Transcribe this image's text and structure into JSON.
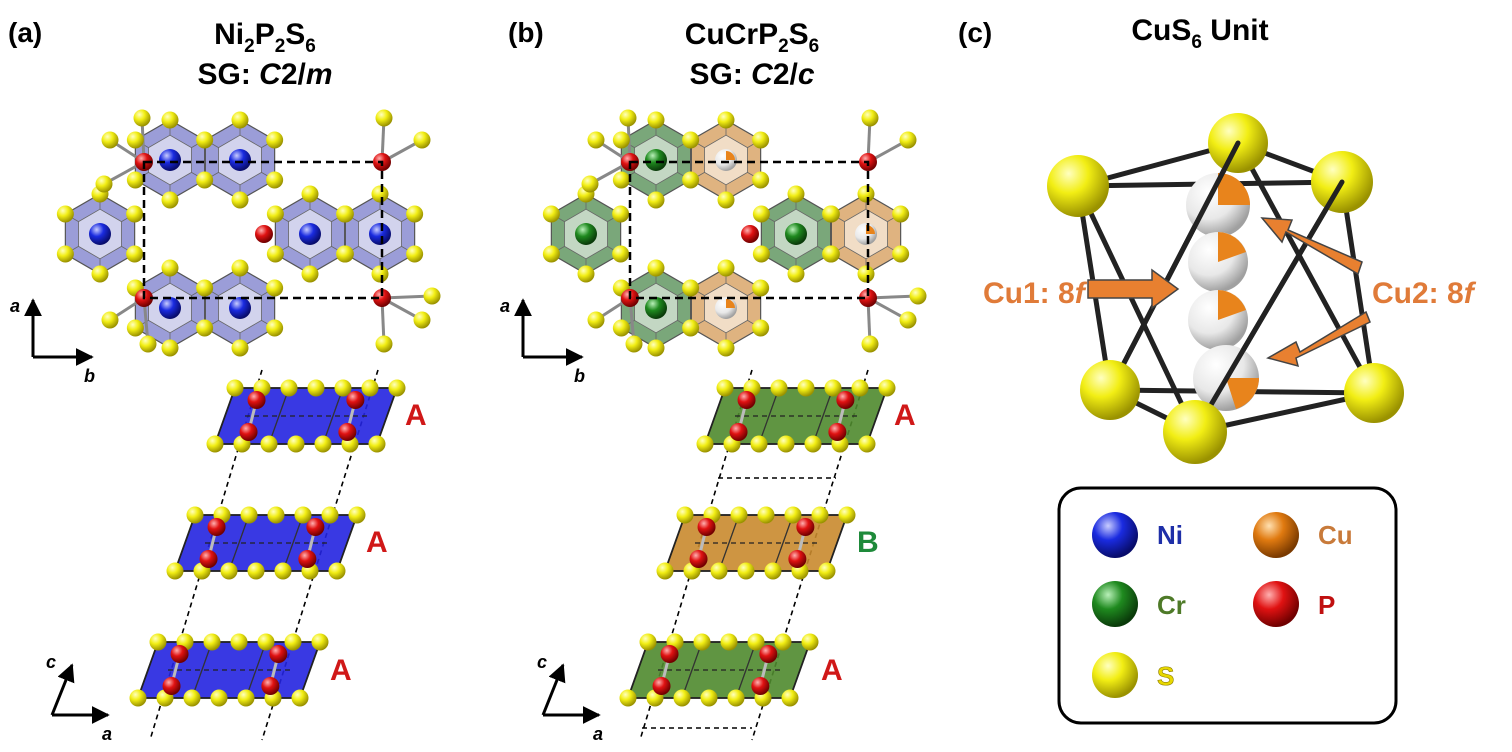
{
  "panels": [
    {
      "letter": "(a)",
      "formula": {
        "main": "Ni",
        "s1": "2",
        "b": "P",
        "s2": "2",
        "c": "S",
        "s3": "6"
      },
      "sg_prefix": "SG: ",
      "sg_value": "C2/m",
      "sg_italic_1": "C",
      "sg_mid": "2/",
      "sg_italic_2": "m"
    },
    {
      "letter": "(b)",
      "formula": {
        "main": "CuCrP",
        "s1": "2",
        "b": "S",
        "s2": "6"
      },
      "sg_prefix": "SG: ",
      "sg_italic_1": "C",
      "sg_mid": "2/",
      "sg_italic_2": "c"
    },
    {
      "letter": "(c)",
      "title_main": "CuS",
      "title_sub": "6",
      "title_rest": " Unit"
    }
  ],
  "stacks": {
    "a": [
      "A",
      "A",
      "A"
    ],
    "b": [
      "A",
      "B",
      "A"
    ]
  },
  "axes": {
    "top": {
      "vertical": "a",
      "horizontal": "b"
    },
    "bottom": {
      "vertical": "c",
      "horizontal": "a"
    }
  },
  "callouts": {
    "cu1": {
      "name": "Cu1: 8",
      "site": "f"
    },
    "cu2": {
      "name": "Cu2: 8",
      "site": "f"
    }
  },
  "legend": [
    {
      "symbol": "Ni",
      "label": "Ni",
      "color": "#1A2BE0",
      "text_color": "#1E2FA8"
    },
    {
      "symbol": "Cu",
      "label": "Cu",
      "color": "#E07A10",
      "text_color": "#C87A3A"
    },
    {
      "symbol": "Cr",
      "label": "Cr",
      "color": "#1F8A1F",
      "text_color": "#4E7A28"
    },
    {
      "symbol": "P",
      "label": "P",
      "color": "#E01010",
      "text_color": "#C01010"
    },
    {
      "symbol": "S",
      "label": "S",
      "color": "#F0EC10",
      "text_color": "#E8D800"
    }
  ],
  "colors": {
    "ni_octahedron": "#7A7CCB",
    "cr_octahedron": "#4E8A4E",
    "cu_octahedron": "#D49A55",
    "slab_ni": "#2424E0",
    "slab_cr": "#4F8A2E",
    "slab_cu": "#C98A2E",
    "stack_A": "#D01818",
    "stack_B": "#1E8A3A",
    "arrow": "#E88030",
    "sulfur": "#F2EE14",
    "phosphorus": "#E01212"
  }
}
